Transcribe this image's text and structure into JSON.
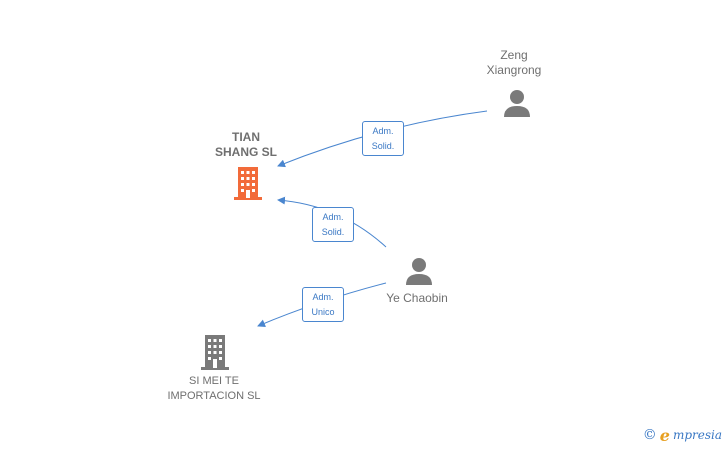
{
  "nodes": {
    "zeng": {
      "label": "Zeng\nXiangrong",
      "type": "person",
      "icon": "person-icon"
    },
    "ye": {
      "label": "Ye Chaobin",
      "type": "person",
      "icon": "person-icon"
    },
    "tian": {
      "label": "TIAN\nSHANG  SL",
      "type": "company",
      "icon": "building-icon",
      "color": "#f26b3a"
    },
    "simei": {
      "label": "SI MEI TE\nIMPORTACION SL",
      "type": "company",
      "icon": "building-icon",
      "color": "#7a7a7a"
    }
  },
  "edges": [
    {
      "from": "Zeng Xiangrong",
      "to": "TIAN SHANG SL",
      "label": "Adm.\nSolid."
    },
    {
      "from": "Ye Chaobin",
      "to": "TIAN SHANG SL",
      "label": "Adm.\nSolid."
    },
    {
      "from": "Ye Chaobin",
      "to": "SI MEI TE IMPORTACION SL",
      "label": "Adm.\nUnico"
    }
  ],
  "colors": {
    "edge": "#4a86cf",
    "person": "#7a7a7a",
    "company_highlight": "#f26b3a",
    "company": "#7a7a7a"
  },
  "watermark": {
    "copyright": "©",
    "brand_initial": "e",
    "brand_rest": "mpresia"
  }
}
